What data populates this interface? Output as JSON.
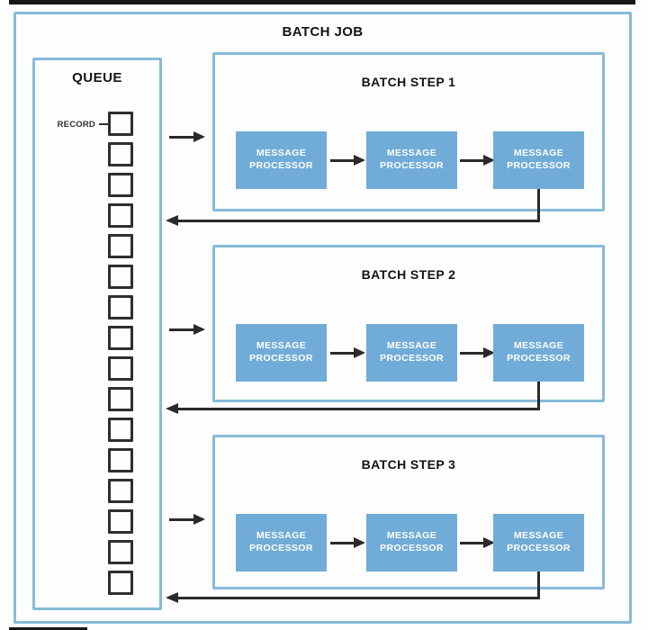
{
  "diagram": {
    "title": "BATCH JOB",
    "queue": {
      "label": "QUEUE",
      "record_label": "RECORD",
      "record_count": 16
    },
    "steps": [
      {
        "label": "BATCH STEP 1",
        "processors": [
          "MESSAGE PROCESSOR",
          "MESSAGE PROCESSOR",
          "MESSAGE PROCESSOR"
        ]
      },
      {
        "label": "BATCH STEP 2",
        "processors": [
          "MESSAGE PROCESSOR",
          "MESSAGE PROCESSOR",
          "MESSAGE PROCESSOR"
        ]
      },
      {
        "label": "BATCH STEP 3",
        "processors": [
          "MESSAGE PROCESSOR",
          "MESSAGE PROCESSOR",
          "MESSAGE PROCESSOR"
        ]
      }
    ],
    "colors": {
      "border_blue": "#88bad8",
      "processor_fill": "#70acd7",
      "processor_text": "#ffffff",
      "line_black": "#2a2a2a"
    }
  }
}
